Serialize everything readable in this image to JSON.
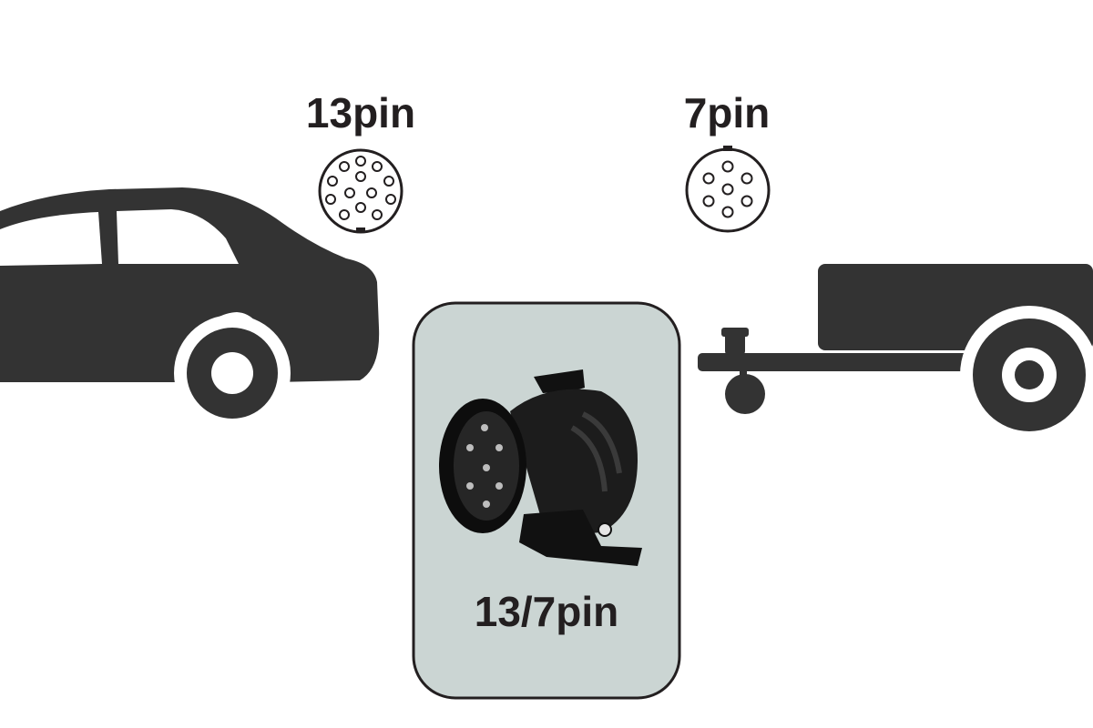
{
  "labels": {
    "car_socket": "13pin",
    "trailer_plug": "7pin",
    "adapter": "13/7pin"
  },
  "colors": {
    "silhouette": "#333333",
    "adapter_panel": "#cbd5d3",
    "panel_border": "#231f20",
    "background": "#ffffff"
  },
  "icons": {
    "car": "car-silhouette-icon",
    "trailer": "trailer-silhouette-icon",
    "socket13": "13-pin-socket-icon",
    "socket7": "7-pin-socket-icon",
    "adapter": "adapter-plug-icon"
  }
}
